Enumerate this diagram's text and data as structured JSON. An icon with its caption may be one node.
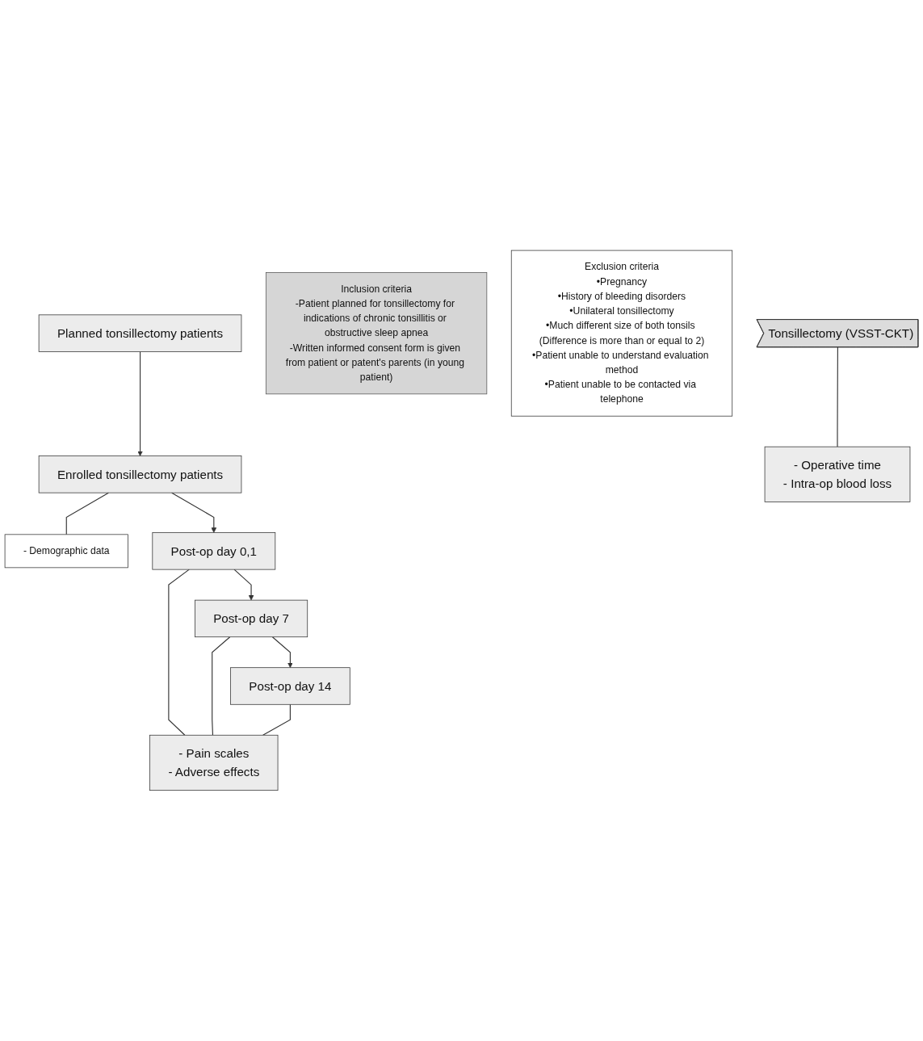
{
  "diagram": {
    "nodes": [
      {
        "text": [
          "Planned tonsillectomy patients"
        ]
      },
      {
        "text": [
          "Inclusion criteria",
          "-Patient planned for tonsillectomy for indications of chronic tonsillitis or obstructive sleep apnea",
          "-Written informed consent form is given from patient or patent's parents (in young patient)"
        ]
      },
      {
        "text": [
          "Exclusion criteria",
          "•Pregnancy",
          "•History of bleeding disorders",
          "•Unilateral tonsillectomy",
          "•Much different size of both tonsils (Difference is more than or equal to 2)",
          "•Patient unable to understand evaluation method",
          "•Patient unable to be contacted via telephone"
        ]
      },
      {
        "text": [
          "Enrolled tonsillectomy patients"
        ]
      },
      {
        "text": [
          "- Demographic data"
        ]
      },
      {
        "text": [
          "Tonsillectomy (VSST-CKT)"
        ]
      },
      {
        "text": [
          "- Operative time",
          "- Intra-op blood loss"
        ]
      },
      {
        "text": [
          "Post-op day 0,1"
        ]
      },
      {
        "text": [
          "Post-op day 7"
        ]
      },
      {
        "text": [
          "Post-op day 14"
        ]
      },
      {
        "text": [
          "- Pain scales",
          "- Adverse effects"
        ]
      }
    ],
    "edges": [
      {
        "from": 0,
        "to": 3,
        "arrow": "to"
      },
      {
        "from": 3,
        "to": 4,
        "arrow": "none"
      },
      {
        "from": 5,
        "to": 6,
        "arrow": "none"
      },
      {
        "from": 3,
        "to": 7,
        "arrow": "to"
      },
      {
        "from": 7,
        "to": 8,
        "arrow": "to"
      },
      {
        "from": 8,
        "to": 9,
        "arrow": "to"
      },
      {
        "from": 7,
        "to": 10,
        "arrow": "none"
      },
      {
        "from": 8,
        "to": 10,
        "arrow": "none"
      },
      {
        "from": 9,
        "to": 10,
        "arrow": "none"
      }
    ]
  }
}
